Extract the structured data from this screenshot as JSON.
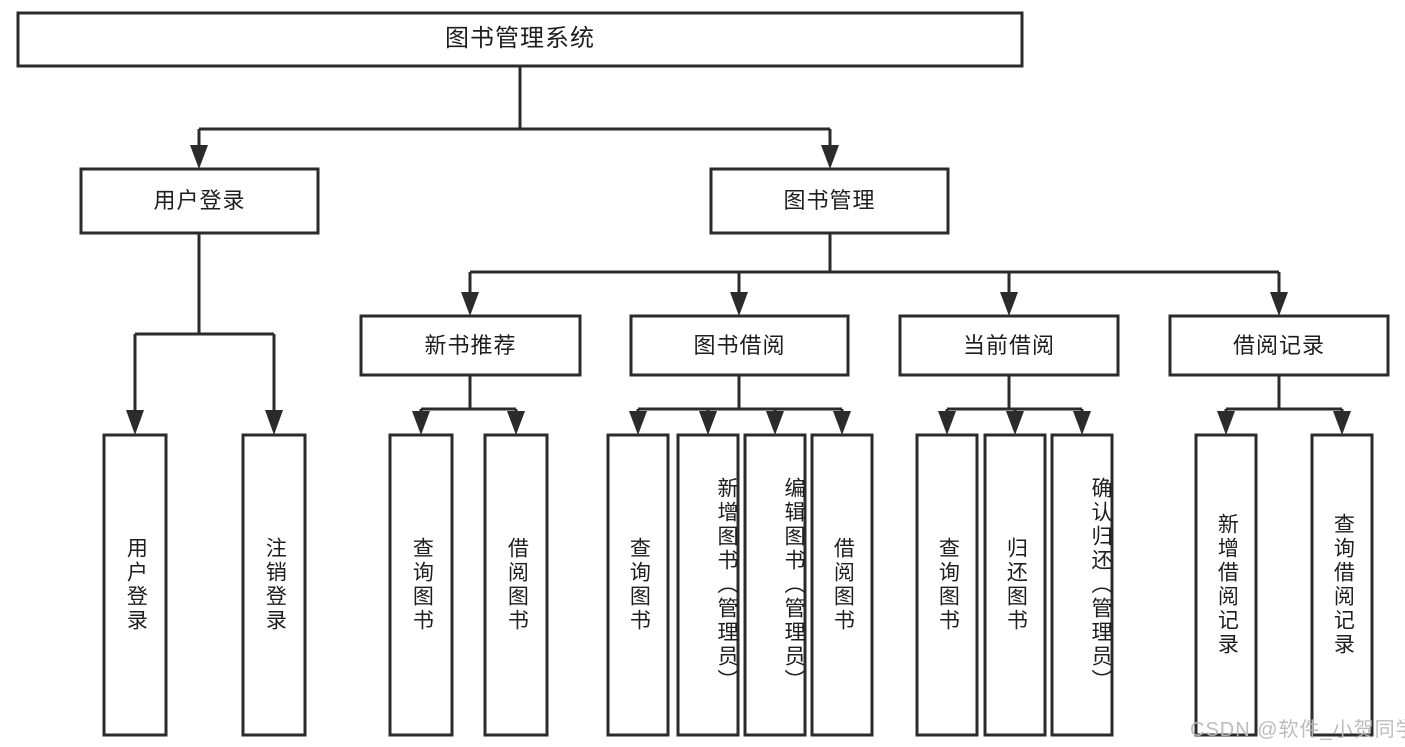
{
  "diagram": {
    "title": "图书管理系统",
    "type": "tree",
    "orientation": "top-down",
    "background_color": "#ffffff",
    "line_color": "#2b2b2b",
    "text_color": "#1e1e1e",
    "nodes": {
      "root": {
        "label": "图书管理系统",
        "level": 1
      },
      "l2_1": {
        "label": "用户登录",
        "level": 2
      },
      "l2_2": {
        "label": "图书管理",
        "level": 2
      },
      "l3_1": {
        "label": "新书推荐",
        "level": 3
      },
      "l3_2": {
        "label": "图书借阅",
        "level": 3
      },
      "l3_3": {
        "label": "当前借阅",
        "level": 3
      },
      "l3_4": {
        "label": "借阅记录",
        "level": 3
      },
      "leaf_1": {
        "label": "用户登录",
        "level": 4
      },
      "leaf_2": {
        "label": "注销登录",
        "level": 4
      },
      "leaf_3": {
        "label": "查询图书",
        "level": 4
      },
      "leaf_4": {
        "label": "借阅图书",
        "level": 4
      },
      "leaf_5": {
        "label": "查询图书",
        "level": 4
      },
      "leaf_6": {
        "label": "新增图书（管理员）",
        "level": 4
      },
      "leaf_7": {
        "label": "编辑图书（管理员）",
        "level": 4
      },
      "leaf_8": {
        "label": "借阅图书",
        "level": 4
      },
      "leaf_9": {
        "label": "查询图书",
        "level": 4
      },
      "leaf_10": {
        "label": "归还图书",
        "level": 4
      },
      "leaf_11": {
        "label": "确认归还（管理员）",
        "level": 4
      },
      "leaf_12": {
        "label": "新增借阅记录",
        "level": 4
      },
      "leaf_13": {
        "label": "查询借阅记录",
        "level": 4
      }
    },
    "edges": [
      {
        "from": "root",
        "to": "l2_1"
      },
      {
        "from": "root",
        "to": "l2_2"
      },
      {
        "from": "l2_1",
        "to": "leaf_1"
      },
      {
        "from": "l2_1",
        "to": "leaf_2"
      },
      {
        "from": "l2_2",
        "to": "l3_1"
      },
      {
        "from": "l2_2",
        "to": "l3_2"
      },
      {
        "from": "l2_2",
        "to": "l3_3"
      },
      {
        "from": "l2_2",
        "to": "l3_4"
      },
      {
        "from": "l3_1",
        "to": "leaf_3"
      },
      {
        "from": "l3_1",
        "to": "leaf_4"
      },
      {
        "from": "l3_2",
        "to": "leaf_5"
      },
      {
        "from": "l3_2",
        "to": "leaf_6"
      },
      {
        "from": "l3_2",
        "to": "leaf_7"
      },
      {
        "from": "l3_2",
        "to": "leaf_8"
      },
      {
        "from": "l3_3",
        "to": "leaf_9"
      },
      {
        "from": "l3_3",
        "to": "leaf_10"
      },
      {
        "from": "l3_3",
        "to": "leaf_11"
      },
      {
        "from": "l3_4",
        "to": "leaf_12"
      },
      {
        "from": "l3_4",
        "to": "leaf_13"
      }
    ]
  },
  "watermark": {
    "text": "CSDN @软件_小贺同学"
  }
}
